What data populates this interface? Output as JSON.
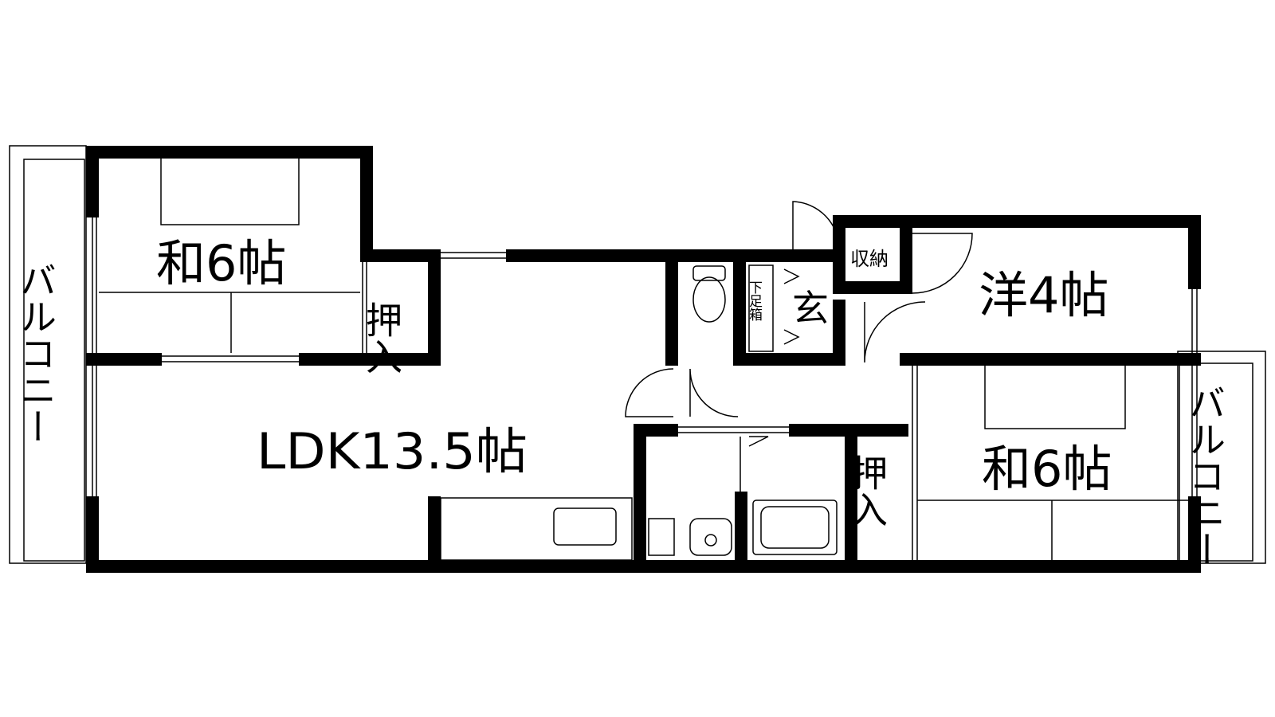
{
  "rooms": {
    "washitsu_left": "和6帖",
    "ldk": "LDK13.5帖",
    "youshitsu": "洋4帖",
    "washitsu_right": "和6帖",
    "genkan": "玄",
    "shuunou": "収納",
    "oshiire_left": "押入",
    "oshiire_right": "押入",
    "geta_bako": "下足箱",
    "balcony_left": "バルコニー",
    "balcony_right": "バルコニー"
  }
}
